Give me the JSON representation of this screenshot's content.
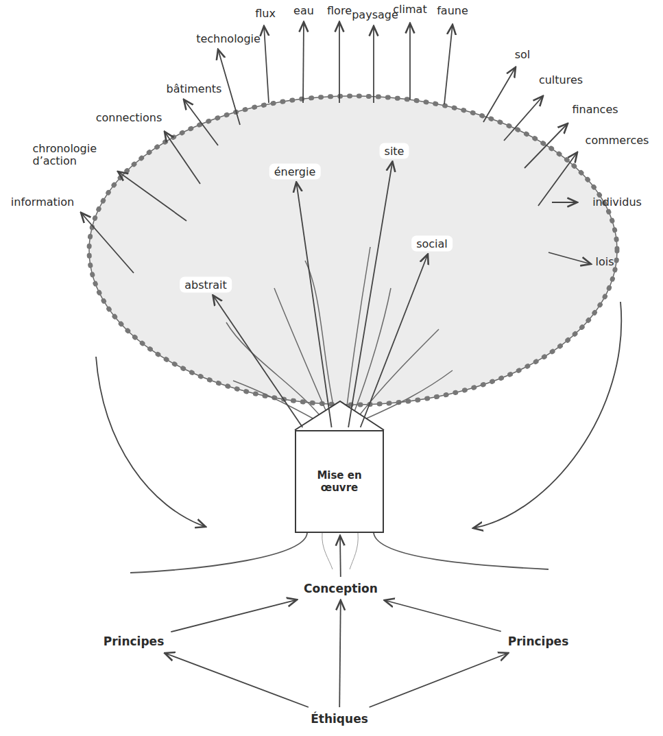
{
  "diagram": {
    "nodes": [
      {
        "text": [
          "abstrait"
        ]
      },
      {
        "text": [
          "énergie"
        ]
      },
      {
        "text": [
          "site"
        ]
      },
      {
        "text": [
          "social"
        ]
      },
      {
        "text": [
          "Mise en œuvre"
        ]
      },
      {
        "text": [
          "Conception"
        ]
      },
      {
        "text": [
          "Principes"
        ]
      },
      {
        "text": [
          "Principes"
        ]
      },
      {
        "text": [
          "Éthiques"
        ]
      }
    ],
    "edges": [
      {
        "from": 4,
        "to": 0,
        "arrow": "to"
      },
      {
        "from": 4,
        "to": 1,
        "arrow": "to"
      },
      {
        "from": 4,
        "to": 2,
        "arrow": "to"
      },
      {
        "from": 4,
        "to": 3,
        "arrow": "to"
      },
      {
        "from": 5,
        "to": 4,
        "arrow": "to"
      },
      {
        "from": 6,
        "to": 5,
        "arrow": "to"
      },
      {
        "from": 7,
        "to": 5,
        "arrow": "to"
      },
      {
        "from": 8,
        "to": 6,
        "arrow": "to"
      },
      {
        "from": 8,
        "to": 7,
        "arrow": "to"
      },
      {
        "from": 8,
        "to": 5,
        "arrow": "to"
      }
    ],
    "labels": [
      "information",
      "chronologie d’action",
      "connections",
      "bâtiments",
      "technologie",
      "flux",
      "eau",
      "flore",
      "paysage",
      "climat",
      "faune",
      "sol",
      "cultures",
      "finances",
      "commerces",
      "individus",
      "lois"
    ]
  }
}
